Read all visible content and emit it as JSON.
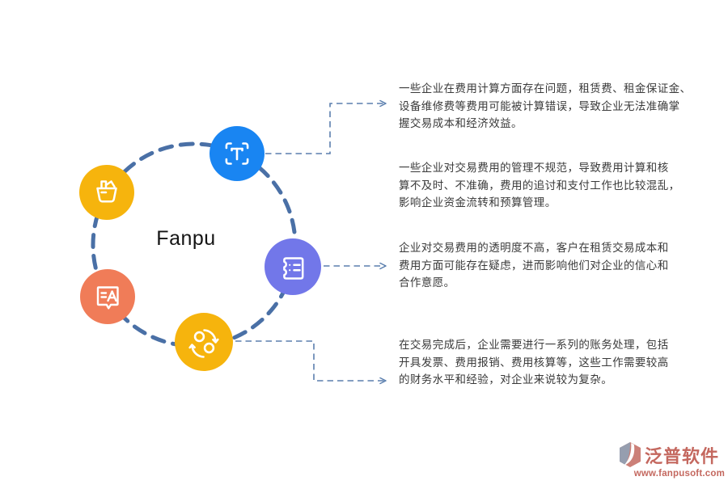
{
  "diagram": {
    "center_label": "Fanpu",
    "circle_color": "#4A70A6",
    "connector_color": "#5B7FAE",
    "nodes": [
      {
        "name": "basket",
        "color": "#F6B40D"
      },
      {
        "name": "text-scan",
        "color": "#1985F2"
      },
      {
        "name": "ticket",
        "color": "#7277E9"
      },
      {
        "name": "translate",
        "color": "#F07C58"
      },
      {
        "name": "sync",
        "color": "#F6B40D"
      }
    ]
  },
  "paragraphs": [
    {
      "lines": [
        "一些企业在费用计算方面存在问题，租赁费、租金保证金、",
        "设备维修费等费用可能被计算错误，导致企业无法准确掌",
        "握交易成本和经济效益。"
      ]
    },
    {
      "lines": [
        "一些企业对交易费用的管理不规范，导致费用计算和核",
        "算不及时、不准确，费用的追讨和支付工作也比较混乱，",
        "影响企业资金流转和预算管理。"
      ]
    },
    {
      "lines": [
        "企业对交易费用的透明度不高，客户在租赁交易成本和",
        "费用方面可能存在疑虑，进而影响他们对企业的信心和",
        "合作意愿。"
      ]
    },
    {
      "lines": [
        "在交易完成后，企业需要进行一系列的账务处理，包括",
        "开具发票、费用报销、费用核算等，这些工作需要较高",
        "的财务水平和经验，对企业来说较为复杂。"
      ]
    }
  ],
  "logo": {
    "name": "泛普软件",
    "url": "www.fanpusoft.com",
    "color": "#C4685F"
  }
}
